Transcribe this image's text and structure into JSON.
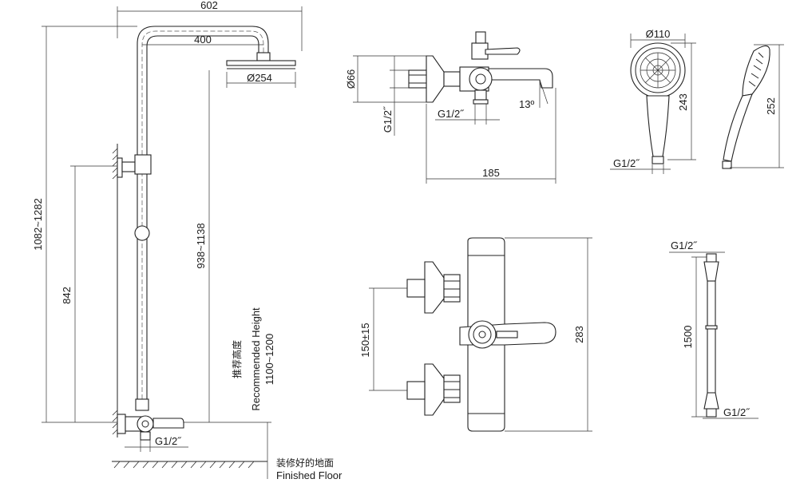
{
  "dimensions": {
    "overall_width": "602",
    "arm_length": "400",
    "rain_head_diameter": "Ø254",
    "height_range": "1082~1282",
    "outlet_height": "842",
    "head_height_range": "938~1138",
    "wall_thread": "G1/2˝",
    "faucet_diameter": "Ø66",
    "faucet_thread_side": "G1/2˝",
    "faucet_thread_bottom": "G1/2˝",
    "spout_angle": "13º",
    "faucet_depth": "185",
    "hand_shower_diameter": "Ø110",
    "hand_shower_head": "243",
    "hand_shower_length": "252",
    "hand_shower_thread": "G1/2˝",
    "mixer_centers": "150±15",
    "mixer_height": "283",
    "hose_thread_top": "G1/2˝",
    "hose_length": "1500",
    "hose_thread_bottom": "G1/2˝"
  },
  "recommended_height": {
    "cn": "推荐高度",
    "en": "Recommended Height",
    "value": "1100~1200"
  },
  "floor": {
    "cn": "装修好的地面",
    "en": "Finished Floor"
  }
}
